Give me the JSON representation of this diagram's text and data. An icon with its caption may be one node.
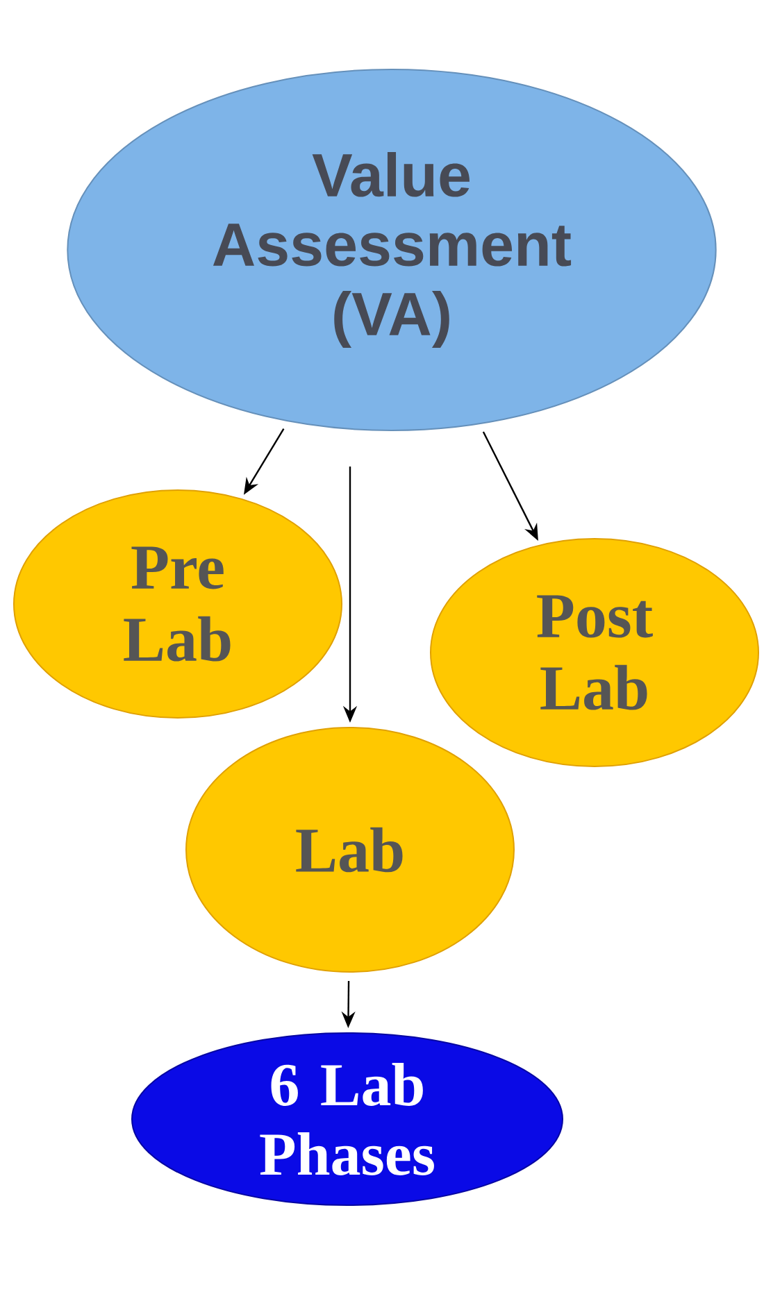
{
  "diagram": {
    "nodes": [
      {
        "text": [
          "Value Assessment (VA)"
        ]
      },
      {
        "text": [
          "Pre Lab"
        ]
      },
      {
        "text": [
          "Post Lab"
        ]
      },
      {
        "text": [
          "Lab"
        ]
      },
      {
        "text": [
          "6 Lab Phases"
        ]
      }
    ],
    "edges": [
      {
        "from": 0,
        "to": 1,
        "arrow": "to"
      },
      {
        "from": 0,
        "to": 3,
        "arrow": "to"
      },
      {
        "from": 0,
        "to": 2,
        "arrow": "to"
      },
      {
        "from": 3,
        "to": 4,
        "arrow": "to"
      }
    ]
  }
}
